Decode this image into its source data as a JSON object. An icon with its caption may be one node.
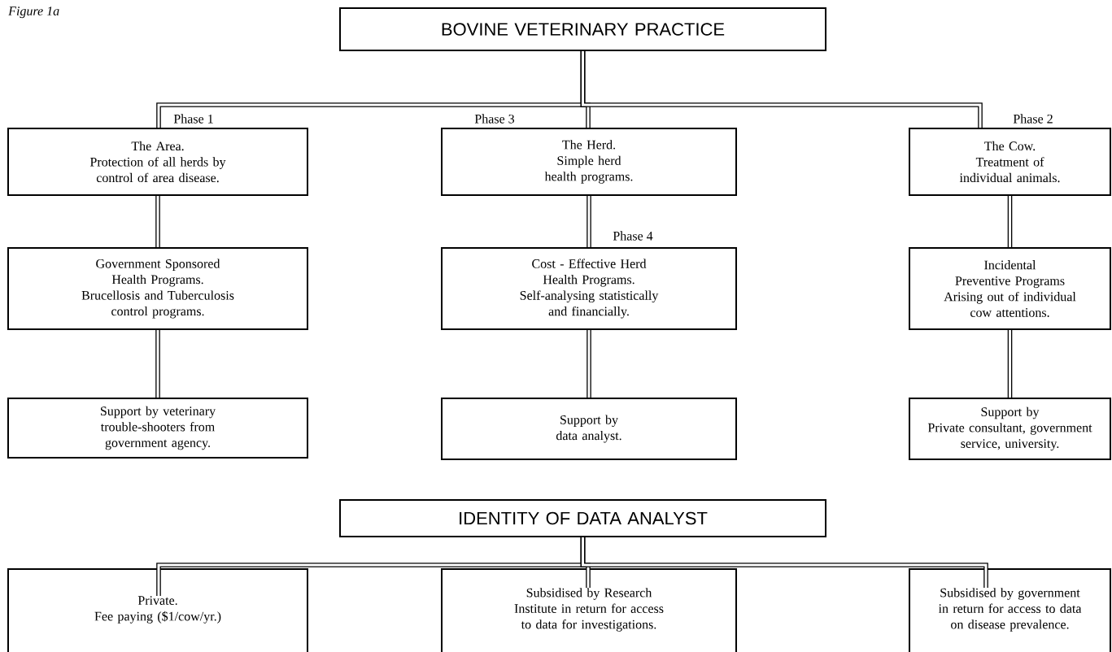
{
  "diagram": {
    "nodes": [
      {
        "text": [
          "BOVINE VETERINARY PRACTICE"
        ]
      },
      {
        "text": [
          "The Area.",
          "Protection of all herds by control of area disease."
        ],
        "beside": [
          "Phase 1"
        ]
      },
      {
        "text": [
          "The Herd.",
          "Simple herd health programs."
        ],
        "beside": [
          "Phase 3"
        ]
      },
      {
        "text": [
          "The Cow.",
          "Treatment of individual animals."
        ],
        "beside": [
          "Phase 2"
        ]
      },
      {
        "text": [
          "Government Sponsored Health Programs.",
          "Brucellosis and Tuberculosis control programs."
        ]
      },
      {
        "text": [
          "Cost - Effective Herd Health Programs.",
          "Self-analysing statistically and financially."
        ],
        "beside": [
          "Phase 4"
        ]
      },
      {
        "text": [
          "Incidental Preventive Programs",
          "Arising out of individual cow attentions."
        ]
      },
      {
        "text": [
          "Support by veterinary trouble-shooters from government agency."
        ]
      },
      {
        "text": [
          "Support by data analyst."
        ]
      },
      {
        "text": [
          "Support by",
          "Private consultant, government service, university."
        ]
      },
      {
        "text": [
          "IDENTITY OF DATA ANALYST"
        ]
      },
      {
        "text": [
          "Private.",
          "Fee paying ($1/cow/yr.)"
        ]
      },
      {
        "text": [
          "Subsidised by Research Institute in return for access to data for investigations."
        ]
      },
      {
        "text": [
          "Subsidised by government in return for access to data on disease prevalence."
        ]
      }
    ],
    "edges": [
      {
        "from": 0,
        "to": 1,
        "arrow": "none"
      },
      {
        "from": 0,
        "to": 2,
        "arrow": "none"
      },
      {
        "from": 0,
        "to": 3,
        "arrow": "none"
      },
      {
        "from": 1,
        "to": 4,
        "arrow": "none"
      },
      {
        "from": 2,
        "to": 5,
        "arrow": "none"
      },
      {
        "from": 3,
        "to": 6,
        "arrow": "none"
      },
      {
        "from": 4,
        "to": 7,
        "arrow": "none"
      },
      {
        "from": 5,
        "to": 8,
        "arrow": "none"
      },
      {
        "from": 6,
        "to": 9,
        "arrow": "none"
      },
      {
        "from": 10,
        "to": 11,
        "arrow": "none"
      },
      {
        "from": 10,
        "to": 12,
        "arrow": "none"
      },
      {
        "from": 10,
        "to": 13,
        "arrow": "none"
      }
    ],
    "labels": [
      "Figure 1a"
    ]
  }
}
